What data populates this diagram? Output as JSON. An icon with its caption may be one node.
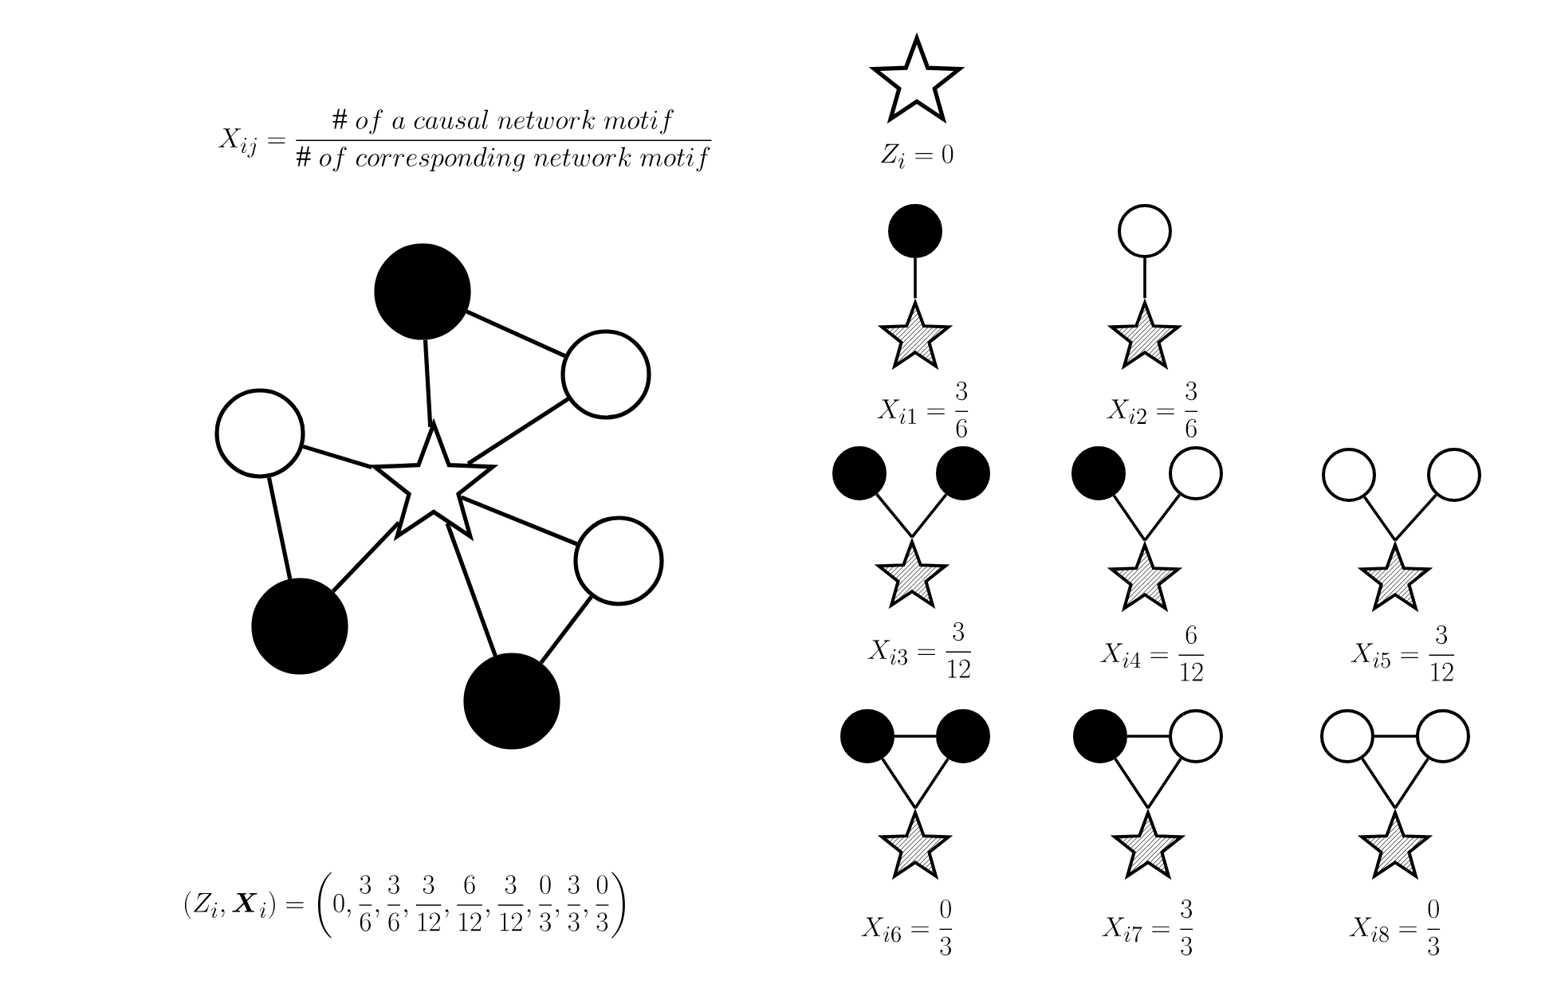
{
  "diagram": {
    "nodes": [
      {
        "text": [],
        "shape": "circle"
      },
      {
        "text": [],
        "shape": "circle"
      },
      {
        "text": [],
        "shape": "circle"
      },
      {
        "text": [],
        "shape": "star"
      },
      {
        "text": [],
        "shape": "circle"
      },
      {
        "text": [],
        "shape": "circle"
      },
      {
        "text": [],
        "shape": "circle"
      },
      {
        "text": [],
        "shape": "star",
        "beside": [
          "Z_i = 0"
        ]
      },
      {
        "text": [],
        "shape": "circle"
      },
      {
        "text": [],
        "shape": "star",
        "beside": [
          "X_{i1} = \\frac{3}{6}"
        ]
      },
      {
        "text": [],
        "shape": "circle"
      },
      {
        "text": [],
        "shape": "star",
        "beside": [
          "X_{i2} = \\frac{3}{6}"
        ]
      },
      {
        "text": [],
        "shape": "circle"
      },
      {
        "text": [],
        "shape": "circle"
      },
      {
        "text": [],
        "shape": "star",
        "beside": [
          "X_{i3} = \\frac{3}{12}"
        ]
      },
      {
        "text": [],
        "shape": "circle"
      },
      {
        "text": [],
        "shape": "circle"
      },
      {
        "text": [],
        "shape": "star",
        "beside": [
          "X_{i4} = \\frac{6}{12}"
        ]
      },
      {
        "text": [],
        "shape": "circle"
      },
      {
        "text": [],
        "shape": "circle"
      },
      {
        "text": [],
        "shape": "star",
        "beside": [
          "X_{i5} = \\frac{3}{12}"
        ]
      },
      {
        "text": [],
        "shape": "circle"
      },
      {
        "text": [],
        "shape": "circle"
      },
      {
        "text": [],
        "shape": "star",
        "beside": [
          "X_{i6} = \\frac{0}{3}"
        ]
      },
      {
        "text": [],
        "shape": "circle"
      },
      {
        "text": [],
        "shape": "circle"
      },
      {
        "text": [],
        "shape": "star",
        "beside": [
          "X_{i7} = \\frac{3}{3}"
        ]
      },
      {
        "text": [],
        "shape": "circle"
      },
      {
        "text": [],
        "shape": "circle"
      },
      {
        "text": [],
        "shape": "star",
        "beside": [
          "X_{i8} = \\frac{0}{3}"
        ]
      }
    ],
    "edges": [
      {
        "from": 0,
        "to": 3,
        "arrow": "none"
      },
      {
        "from": 1,
        "to": 3,
        "arrow": "none"
      },
      {
        "from": 2,
        "to": 3,
        "arrow": "none"
      },
      {
        "from": 4,
        "to": 3,
        "arrow": "none"
      },
      {
        "from": 5,
        "to": 3,
        "arrow": "none"
      },
      {
        "from": 6,
        "to": 3,
        "arrow": "none"
      },
      {
        "from": 0,
        "to": 1,
        "arrow": "none"
      },
      {
        "from": 2,
        "to": 5,
        "arrow": "none"
      },
      {
        "from": 4,
        "to": 6,
        "arrow": "none"
      },
      {
        "from": 8,
        "to": 9,
        "arrow": "none"
      },
      {
        "from": 10,
        "to": 11,
        "arrow": "none"
      },
      {
        "from": 12,
        "to": 14,
        "arrow": "none"
      },
      {
        "from": 13,
        "to": 14,
        "arrow": "none"
      },
      {
        "from": 15,
        "to": 17,
        "arrow": "none"
      },
      {
        "from": 16,
        "to": 17,
        "arrow": "none"
      },
      {
        "from": 18,
        "to": 20,
        "arrow": "none"
      },
      {
        "from": 19,
        "to": 20,
        "arrow": "none"
      },
      {
        "from": 21,
        "to": 22,
        "arrow": "none"
      },
      {
        "from": 21,
        "to": 23,
        "arrow": "none"
      },
      {
        "from": 22,
        "to": 23,
        "arrow": "none"
      },
      {
        "from": 24,
        "to": 25,
        "arrow": "none"
      },
      {
        "from": 24,
        "to": 26,
        "arrow": "none"
      },
      {
        "from": 25,
        "to": 26,
        "arrow": "none"
      },
      {
        "from": 27,
        "to": 28,
        "arrow": "none"
      },
      {
        "from": 27,
        "to": 29,
        "arrow": "none"
      },
      {
        "from": 28,
        "to": 29,
        "arrow": "none"
      }
    ],
    "labels": [
      "X_{ij} = \\frac{\\#\\ of\\ a\\ causal\\ network\\ motif}{\\#\\ of\\ corresponding\\ network\\ motif}",
      "(Z_i, \\boldsymbol{X}_i) = \\left(0, \\frac{3}{6}, \\frac{3}{6}, \\frac{3}{12}, \\frac{6}{12}, \\frac{3}{12}, \\frac{0}{3}, \\frac{3}{3}, \\frac{0}{3}\\right)"
    ]
  }
}
